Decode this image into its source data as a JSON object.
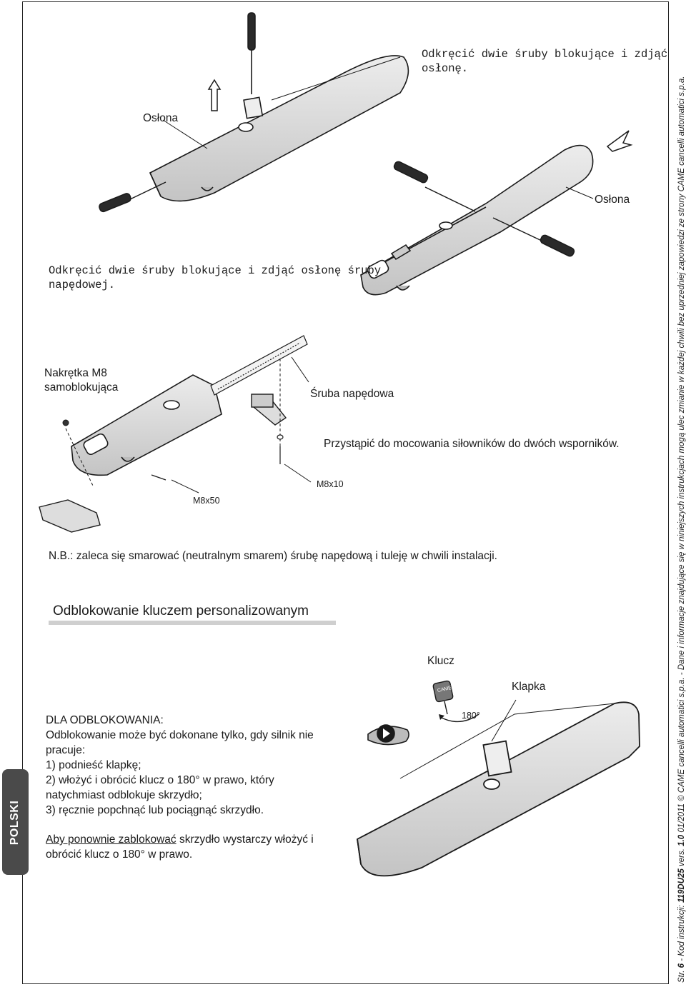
{
  "labels": {
    "oslona_top": "Osłona",
    "instr_top_right_1": "Odkręcić dwie śruby blokujące i zdjąć",
    "instr_top_right_2": "osłonę.",
    "oslona_right": "Osłona",
    "instr_left_1": "Odkręcić dwie śruby blokujące i zdjąć osłonę śruby",
    "instr_left_2": "napędowej.",
    "nakretka_1": "Nakrętka M8",
    "nakretka_2": "samoblokująca",
    "sruba_napedowa": "Śruba napędowa",
    "przystapic": "Przystąpić do mocowania siłowników do dwóch wsporników.",
    "m8x10": "M8x10",
    "m8x50": "M8x50",
    "nb": "N.B.: zaleca się smarować (neutralnym smarem) śrubę napędową i tuleję w chwili instalacji.",
    "klucz": "Klucz",
    "klapka": "Klapka",
    "angle": "180°",
    "key_brand": "CAME"
  },
  "section": {
    "title": "Odblokowanie kluczem personalizowanym",
    "heading": "DLA ODBLOKOWANIA:",
    "lines": [
      "Odblokowanie może być dokonane tylko, gdy silnik nie",
      "pracuje:",
      "1) podnieść klapkę;",
      "2) włożyć i obrócić klucz o 180°  w prawo, który",
      "natychmiast odblokuje skrzydło;",
      "3) ręcznie popchnąć lub pociągnąć skrzydło."
    ],
    "relock_1_underlined": "Aby ponownie zablokować",
    "relock_1_rest": " skrzydło wystarczy włożyć i",
    "relock_2": "obrócić klucz o 180°  w prawo."
  },
  "language_tab": "POLSKI",
  "sidebar": {
    "str_label": "Str. ",
    "page_num": "6",
    "code_label": " - Kod instrukcji: ",
    "code": "119DU25",
    "vers_label": " vers. ",
    "version": "1.0",
    "rest": " 01/2011  © CAME cancelli automatici s.p.a. - Dane i informacje znajdujące się w niniejszych instrukcjach mogą ulec zmianie w każdej chwili bez uprzedniej zapowiedzi ze strony CAME cancelli automatici s.p.a."
  },
  "colors": {
    "housing": "#d9d9d9",
    "housing_dark": "#b5b5b5",
    "line": "#1a1a1a",
    "tab_bg": "#4a4a4a",
    "title_bar": "#cfcfcf"
  }
}
